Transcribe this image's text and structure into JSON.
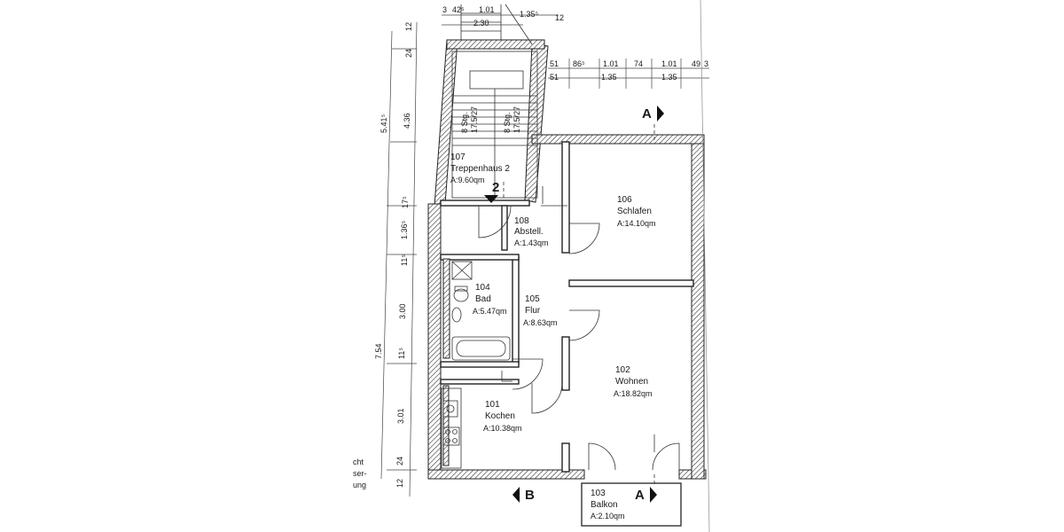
{
  "rooms": [
    {
      "id": "stairs",
      "number": "107",
      "name": "Treppenhaus 2",
      "area": "A:9.60qm"
    },
    {
      "id": "storage",
      "number": "108",
      "name": "Abstell.",
      "area": "A:1.43qm"
    },
    {
      "id": "bedroom",
      "number": "106",
      "name": "Schlafen",
      "area": "A:14.10qm"
    },
    {
      "id": "bath",
      "number": "104",
      "name": "Bad",
      "area": "A:5.47qm"
    },
    {
      "id": "hall",
      "number": "105",
      "name": "Flur",
      "area": "A:8.63qm"
    },
    {
      "id": "living",
      "number": "102",
      "name": "Wohnen",
      "area": "A:18.82qm"
    },
    {
      "id": "kitchen",
      "number": "101",
      "name": "Kochen",
      "area": "A:10.38qm"
    },
    {
      "id": "balcony",
      "number": "103",
      "name": "Balkon",
      "area": "A:2.10qm"
    }
  ],
  "section_markers": {
    "a_top": "A",
    "a_bottom": "A",
    "b_bottom": "B",
    "stair_marker": "2"
  },
  "stair_labels": {
    "left_steps": "8 Stg.",
    "left_ratio": "17.5/27",
    "right_steps": "8 Stg.",
    "right_ratio": "17.5/27"
  },
  "dimensions": {
    "top_row1": [
      "3",
      "42⁵",
      "1.01",
      "1.35⁵",
      "12"
    ],
    "top_row2": [
      "2.30"
    ],
    "right_row1": [
      "51",
      "86⁵",
      "1.01",
      "74",
      "1.01",
      "49",
      "3"
    ],
    "right_row2": [
      "51",
      "1.35",
      "1.35"
    ],
    "left_outer": [
      "5.41⁵",
      "7.54"
    ],
    "left_inner": [
      "12",
      "24",
      "4.36",
      "17⁵",
      "1.36⁵",
      "11⁵",
      "3.00",
      "11⁵",
      "3.01",
      "24",
      "12"
    ],
    "left_note": [
      "cht",
      "ser-",
      "ung"
    ]
  }
}
